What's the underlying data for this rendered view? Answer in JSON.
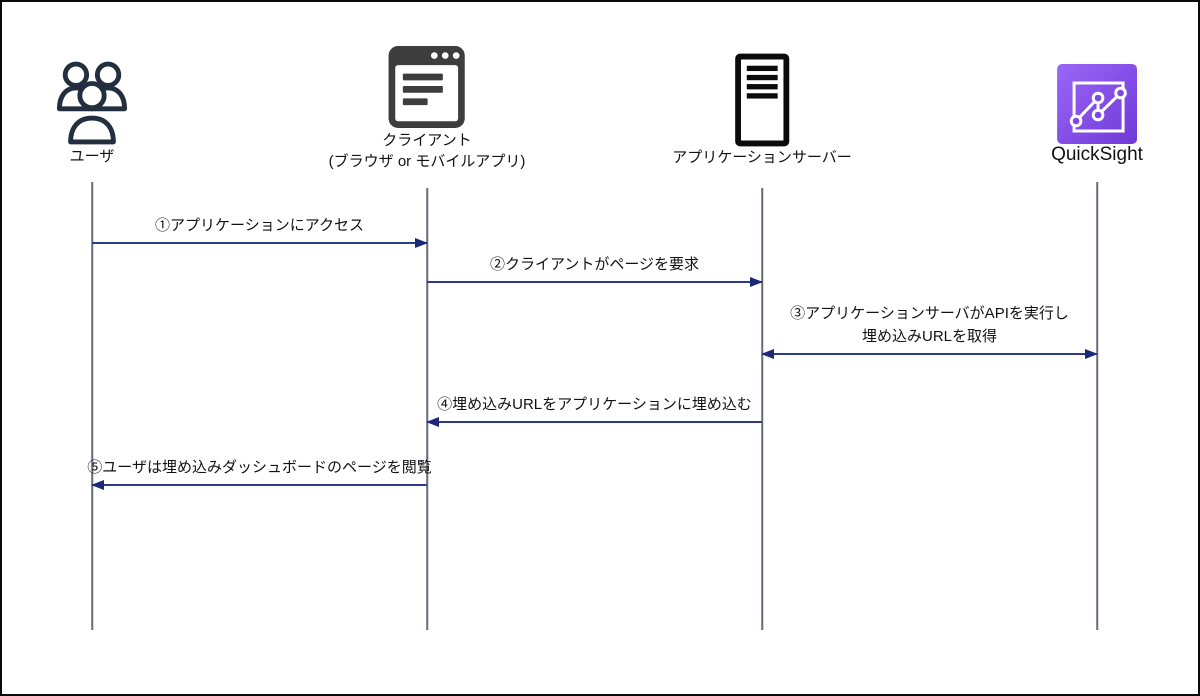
{
  "diagram": {
    "type": "sequence-diagram",
    "colors": {
      "background": "#ffffff",
      "border": "#0a0a0a",
      "arrow_line": "#2e3a8c",
      "arrow_head": "#1c2878",
      "lifeline": "#626c7a",
      "text": "#111111",
      "users_icon": "#232f3e",
      "browser_icon": "#3d3d3d",
      "server_icon": "#0b0b0b",
      "quicksight_gradient_start": "#9a67f7",
      "quicksight_gradient_end": "#7038d8"
    },
    "actors": [
      {
        "id": "user",
        "icon": "users-icon",
        "label": "ユーザ"
      },
      {
        "id": "client",
        "icon": "browser-icon",
        "label": "クライアント",
        "sublabel": "(ブラウザ or モバイルアプリ)"
      },
      {
        "id": "app-server",
        "icon": "server-icon",
        "label": "アプリケーションサーバー"
      },
      {
        "id": "quicksight",
        "icon": "quicksight-icon",
        "label": "QuickSight"
      }
    ],
    "messages": [
      {
        "num": "1",
        "label": "①アプリケーションにアクセス",
        "from": "user",
        "to": "client",
        "direction": "right"
      },
      {
        "num": "2",
        "label": "②クライアントがページを要求",
        "from": "client",
        "to": "app-server",
        "direction": "right"
      },
      {
        "num": "3",
        "label": "③アプリケーションサーバがAPIを実行し",
        "label2": "埋め込みURLを取得",
        "from": "app-server",
        "to": "quicksight",
        "direction": "both"
      },
      {
        "num": "4",
        "label": "④埋め込みURLをアプリケーションに埋め込む",
        "from": "app-server",
        "to": "client",
        "direction": "left"
      },
      {
        "num": "5",
        "label": "⑤ユーザは埋め込みダッシュボードのページを閲覧",
        "from": "client",
        "to": "user",
        "direction": "left"
      }
    ]
  }
}
